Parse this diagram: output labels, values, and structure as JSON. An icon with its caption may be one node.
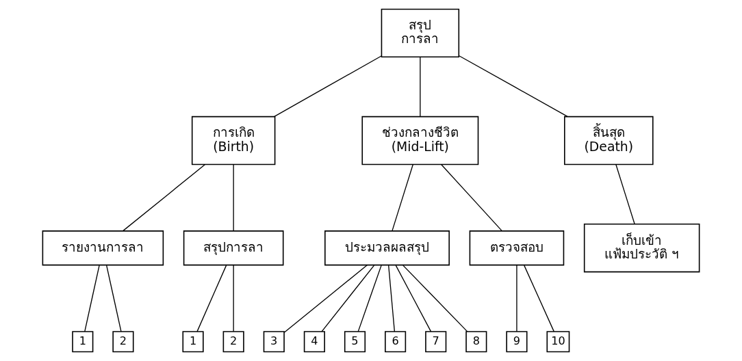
{
  "diagram": {
    "nodes": [
      {
        "text": [
          "สรุป",
          "การลา"
        ]
      },
      {
        "text": [
          "การเกิด",
          "(Birth)"
        ]
      },
      {
        "text": [
          "ช่วงกลางชีวิต",
          "(Mid-Lift)"
        ]
      },
      {
        "text": [
          "สิ้นสุด",
          "(Death)"
        ]
      },
      {
        "text": [
          "รายงานการลา"
        ]
      },
      {
        "text": [
          "สรุปการลา"
        ]
      },
      {
        "text": [
          "ประมวลผลสรุป"
        ]
      },
      {
        "text": [
          "ตรวจสอบ"
        ]
      },
      {
        "text": [
          "เก็บเข้า",
          "แฟ้มประวัติ ฯ"
        ]
      },
      {
        "text": [
          "1"
        ]
      },
      {
        "text": [
          "2"
        ]
      },
      {
        "text": [
          "1"
        ]
      },
      {
        "text": [
          "2"
        ]
      },
      {
        "text": [
          "3"
        ]
      },
      {
        "text": [
          "4"
        ]
      },
      {
        "text": [
          "5"
        ]
      },
      {
        "text": [
          "6"
        ]
      },
      {
        "text": [
          "7"
        ]
      },
      {
        "text": [
          "8"
        ]
      },
      {
        "text": [
          "9"
        ]
      },
      {
        "text": [
          "10"
        ]
      }
    ],
    "edges": [
      {
        "from": 0,
        "to": 1,
        "arrow": "none"
      },
      {
        "from": 0,
        "to": 2,
        "arrow": "none"
      },
      {
        "from": 0,
        "to": 3,
        "arrow": "none"
      },
      {
        "from": 1,
        "to": 4,
        "arrow": "none"
      },
      {
        "from": 1,
        "to": 5,
        "arrow": "none"
      },
      {
        "from": 2,
        "to": 6,
        "arrow": "none"
      },
      {
        "from": 2,
        "to": 7,
        "arrow": "none"
      },
      {
        "from": 3,
        "to": 8,
        "arrow": "none"
      },
      {
        "from": 4,
        "to": 9,
        "arrow": "none"
      },
      {
        "from": 4,
        "to": 10,
        "arrow": "none"
      },
      {
        "from": 5,
        "to": 11,
        "arrow": "none"
      },
      {
        "from": 5,
        "to": 12,
        "arrow": "none"
      },
      {
        "from": 6,
        "to": 13,
        "arrow": "none"
      },
      {
        "from": 6,
        "to": 14,
        "arrow": "none"
      },
      {
        "from": 6,
        "to": 15,
        "arrow": "none"
      },
      {
        "from": 6,
        "to": 16,
        "arrow": "none"
      },
      {
        "from": 6,
        "to": 17,
        "arrow": "none"
      },
      {
        "from": 6,
        "to": 18,
        "arrow": "none"
      },
      {
        "from": 7,
        "to": 19,
        "arrow": "none"
      },
      {
        "from": 7,
        "to": 20,
        "arrow": "none"
      }
    ]
  }
}
